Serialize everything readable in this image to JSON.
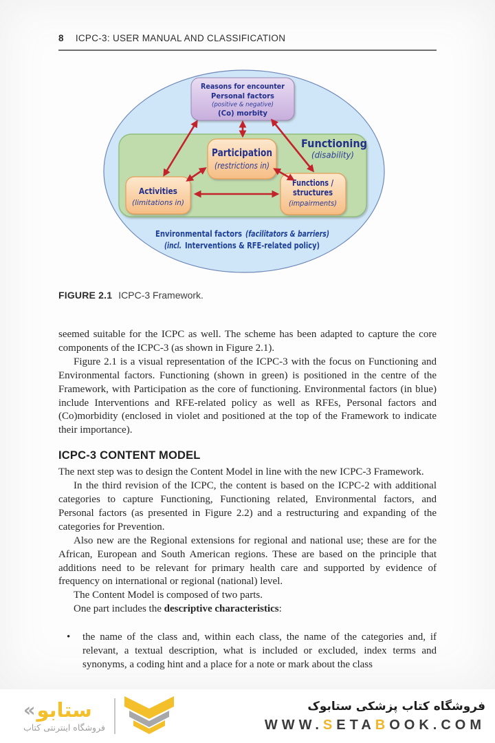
{
  "header": {
    "page_number": "8",
    "title": "ICPC-3: USER MANUAL AND CLASSIFICATION"
  },
  "figure": {
    "caption_label": "FIGURE 2.1",
    "caption_text": "ICPC-3 Framework.",
    "diagram": {
      "top_box": {
        "line1": "Reasons for encounter",
        "line2": "Personal factors",
        "line3": "(positive & negative)",
        "line4": "(Co) morbity"
      },
      "functioning": {
        "label": "Functioning",
        "sub": "(disability)"
      },
      "participation": {
        "label": "Participation",
        "sub": "(restrictions in)"
      },
      "activities": {
        "label": "Activities",
        "sub": "(limitations in)"
      },
      "functions": {
        "label_line1": "Functions /",
        "label_line2": "structures",
        "sub": "(impairments)"
      },
      "environmental": {
        "line1_bold": "Environmental factors",
        "line1_italic": "(facilitators & barriers)",
        "line2_italic": "(incl.",
        "line2_bold": "Interventions & RFE-related policy)"
      },
      "colors": {
        "ellipse_fill": "#cee6f7",
        "ellipse_stroke": "#6f87b8",
        "green_fill": "#c0dcad",
        "green_stroke": "#8fbe7d",
        "violet_top": "#e9dcf2",
        "violet_bottom": "#c7aedd",
        "orange_top": "#fde8cd",
        "orange_bottom": "#f6bd85",
        "arrow_red": "#c3232b",
        "text_navy": "#22308c"
      }
    }
  },
  "body": {
    "p1": "seemed suitable for the ICPC as well. The scheme has been adapted to capture the core components of the ICPC-3 (as shown in Figure 2.1).",
    "p2": "Figure 2.1 is a visual representation of the ICPC-3 with the focus on Functioning and Environmental factors. Functioning (shown in green) is positioned in the centre of the Framework, with Participation as the core of functioning. Environmental factors (in blue) include Interventions and RFE-related policy as well as RFEs, Personal factors and (Co)morbidity (enclosed in violet and positioned at the top of the Framework to indicate their importance).",
    "section_heading": "ICPC-3 CONTENT MODEL",
    "p3": "The next step was to design the Content Model in line with the new ICPC-3 Framework.",
    "p4": "In the third revision of the ICPC, the content is based on the ICPC-2 with additional categories to capture Functioning, Functioning related, Environmental factors, and Personal factors (as presented in Figure 2.2) and a restructuring and expanding of the categories for Prevention.",
    "p5": "Also new are the Regional extensions for regional and national use; these are for the African, European and South American regions. These are based on the principle that additions need to be relevant for primary health care and supported by evidence of frequency on international or regional (national) level.",
    "p6": "The Content Model is composed of two parts.",
    "p7_prefix": "One part includes the ",
    "p7_bold": "descriptive characteristics",
    "p7_suffix": ":",
    "bullet_marker": "•",
    "bullet1": "the name of the class and, within each class, the name of the categories and, if relevant, a textual description, what is included or excluded, index terms and synonyms, a coding hint and a place for a note or mark about the class"
  },
  "footer": {
    "wordmark_kaf": "«",
    "wordmark_text": "ستابو",
    "tagline": "فروشگاه اینترنتی کتاب",
    "store_title": "فروشگاه کتاب پزشکی ستابوک",
    "url": {
      "p1": "WWW.",
      "p2": "S",
      "p3": "ETA",
      "p4": "B",
      "p5": "OOK.COM"
    },
    "colors": {
      "yellow": "#f3bf2b",
      "gray": "#a8a8a8",
      "dark": "#2d2d2d"
    }
  }
}
